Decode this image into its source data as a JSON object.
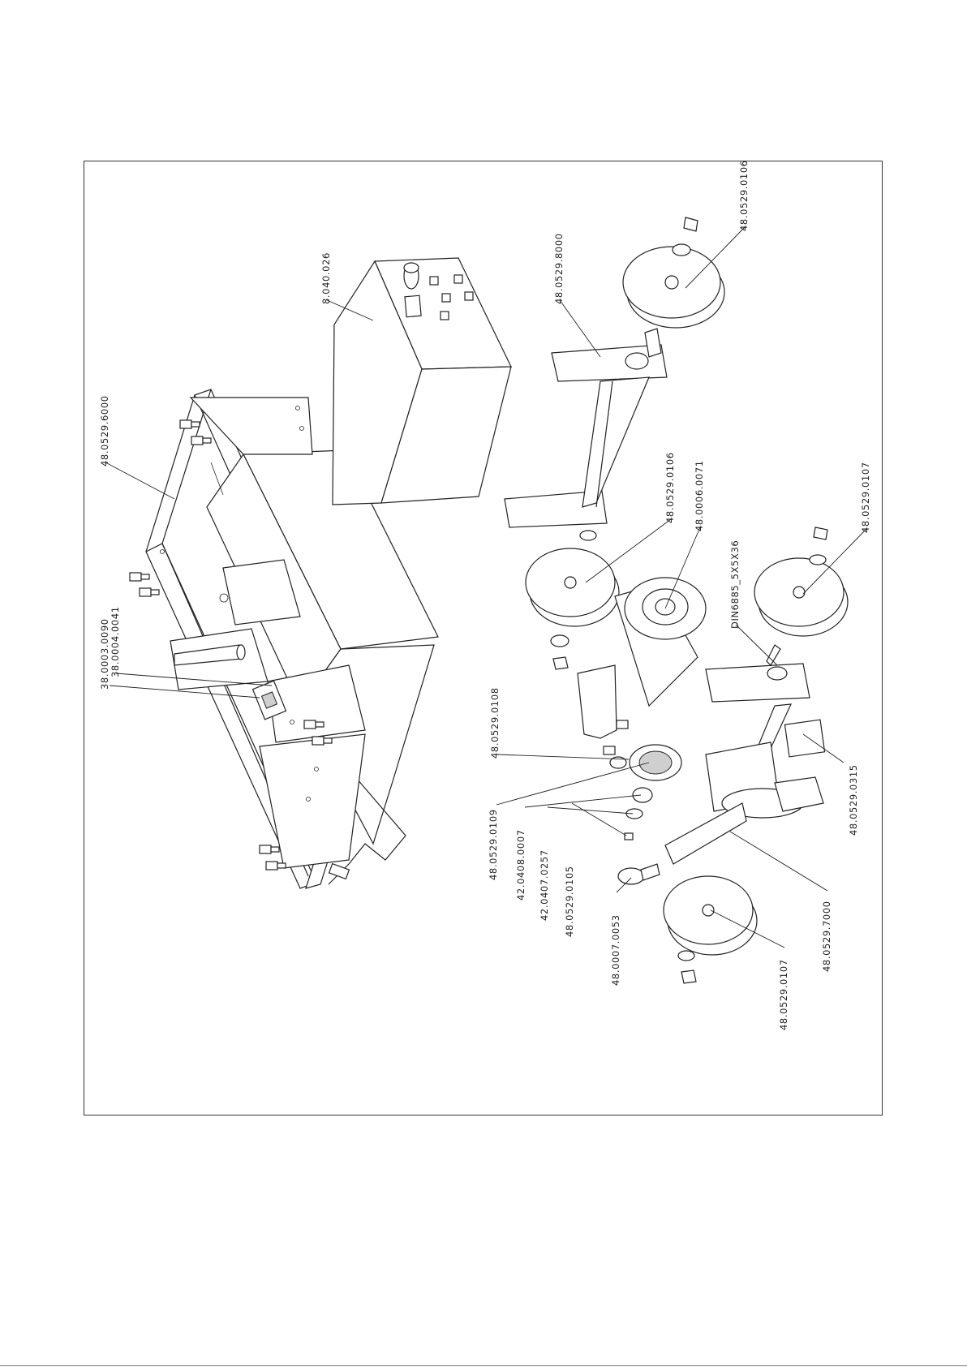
{
  "drawing": {
    "callouts": [
      "48.0529.6000",
      "38.0003.0090",
      "38.0004.0041",
      "8.040.026",
      "48.0529.8000",
      "48.0529.0106",
      "48.0529.0106",
      "48.0006.0071",
      "48.0529.0108",
      "DIN6885_5X5X36",
      "48.0529.0107",
      "48.0529.0315",
      "48.0529.0109",
      "42.0408.0007",
      "42.0407.0257",
      "48.0529.0105",
      "48.0007.0053",
      "48.0529.0107",
      "48.0529.7000"
    ]
  }
}
